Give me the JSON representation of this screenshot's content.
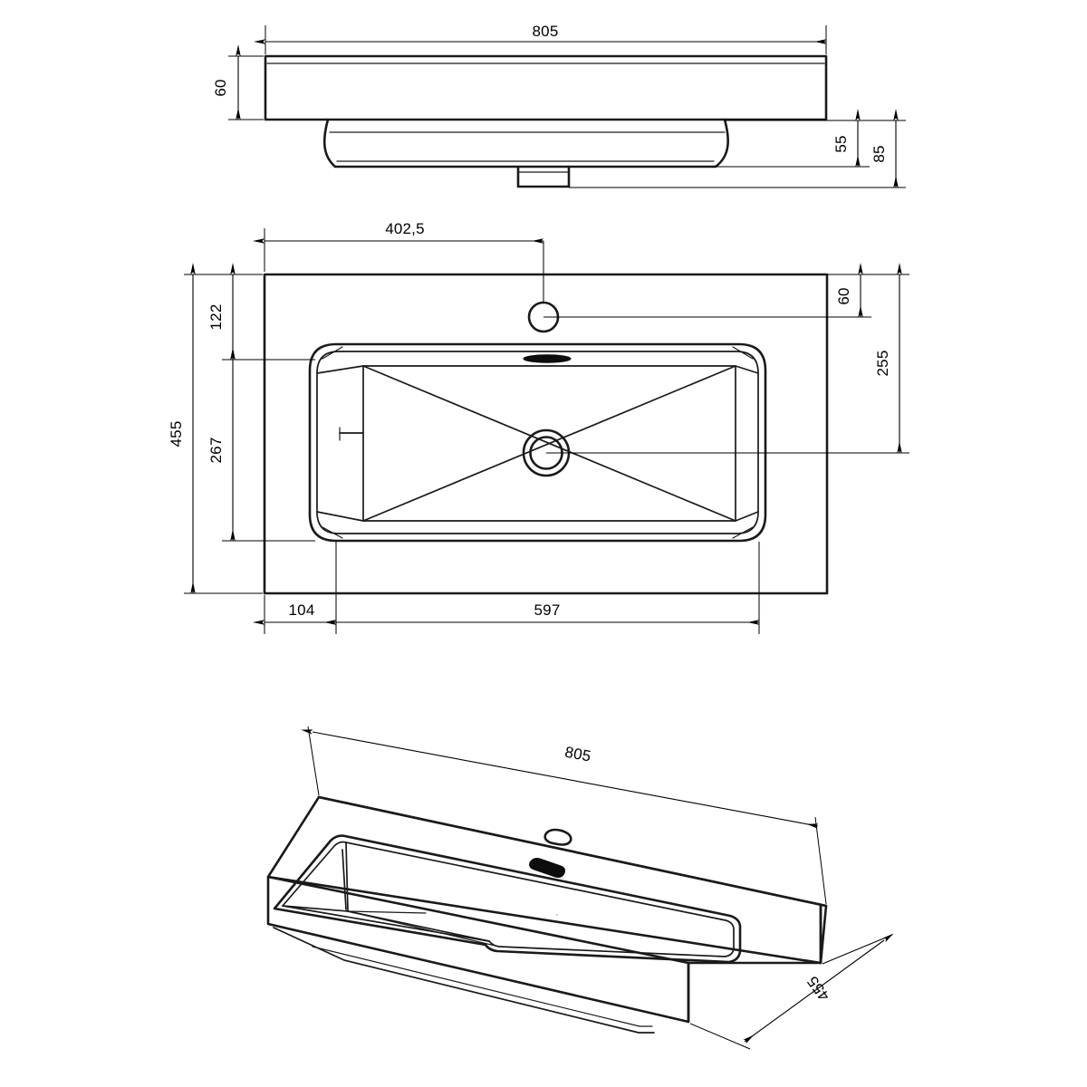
{
  "drawing": {
    "title": "Washbasin technical drawing",
    "background_color": "#ffffff",
    "line_color": "#1a1a1a",
    "dimension_color": "#000000",
    "units_note": ""
  },
  "views": {
    "front": {
      "name": "front-elevation-view",
      "dimensions": {
        "width_top": "805",
        "slab_height_left": "60",
        "bowl_depth_inner": "55",
        "bowl_depth_outer": "85"
      }
    },
    "top": {
      "name": "top-plan-view",
      "dimensions": {
        "tap_hole_from_left": "402,5",
        "overall_depth_left": "455",
        "front_rim_to_bowl": "122",
        "bowl_depth_dim": "267",
        "tap_hole_from_back": "60",
        "drain_from_back": "255",
        "left_margin": "104",
        "bowl_width": "597"
      }
    },
    "iso": {
      "name": "isometric-perspective-view",
      "dimensions": {
        "length": "805",
        "depth": "455"
      }
    }
  },
  "features": {
    "tap_hole": "tap-hole",
    "overflow_slot": "overflow-slot",
    "drain_hole": "drain-hole",
    "waste_outlet": "waste-outlet-stub"
  }
}
